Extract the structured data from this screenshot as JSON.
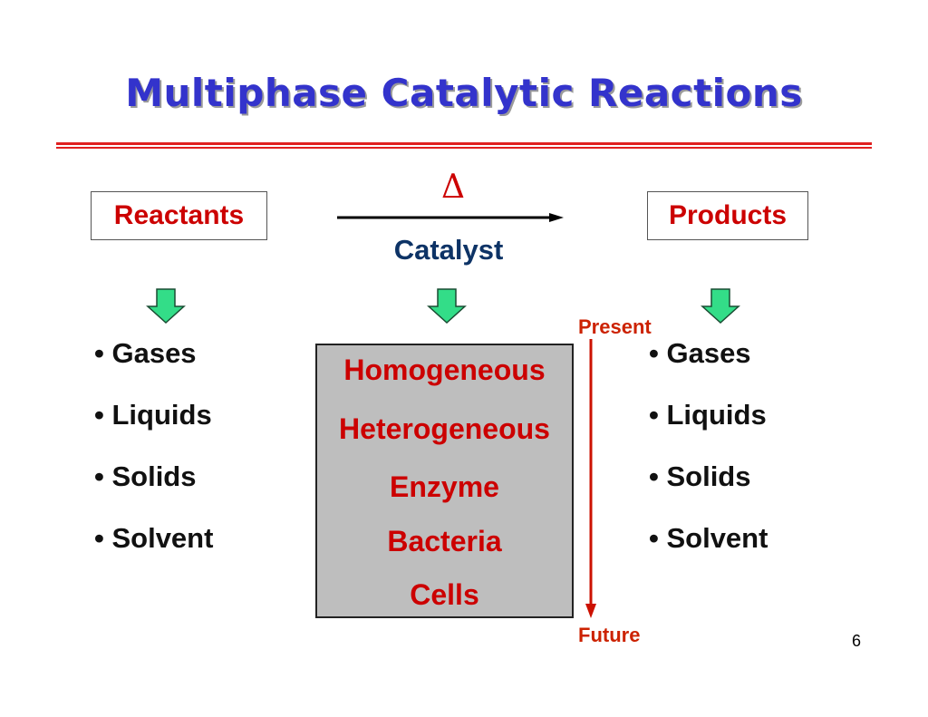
{
  "slide": {
    "title": "Multiphase Catalytic Reactions",
    "page_number": "6"
  },
  "reaction": {
    "reactants_label": "Reactants",
    "products_label": "Products",
    "delta_symbol": "Δ",
    "catalyst_label": "Catalyst"
  },
  "reactant_phases": [
    "Gases",
    "Liquids",
    "Solids",
    "Solvent"
  ],
  "product_phases": [
    "Gases",
    "Liquids",
    "Solids",
    "Solvent"
  ],
  "catalyst_types": [
    "Homogeneous",
    "Heterogeneous",
    "Enzyme",
    "Bacteria",
    "Cells"
  ],
  "timeline": {
    "start_label": "Present",
    "end_label": "Future"
  },
  "colors": {
    "title": "#3333cc",
    "accent_red": "#cc0000",
    "arrow_green": "#33dd88",
    "catalyst_box_fill": "#bebebe",
    "catalyst_text": "#0d3366"
  },
  "icons": {
    "down_arrows": "green-down-arrow-icon",
    "reaction_arrow": "right-arrow-icon",
    "timeline_arrow": "red-down-arrow-icon"
  }
}
